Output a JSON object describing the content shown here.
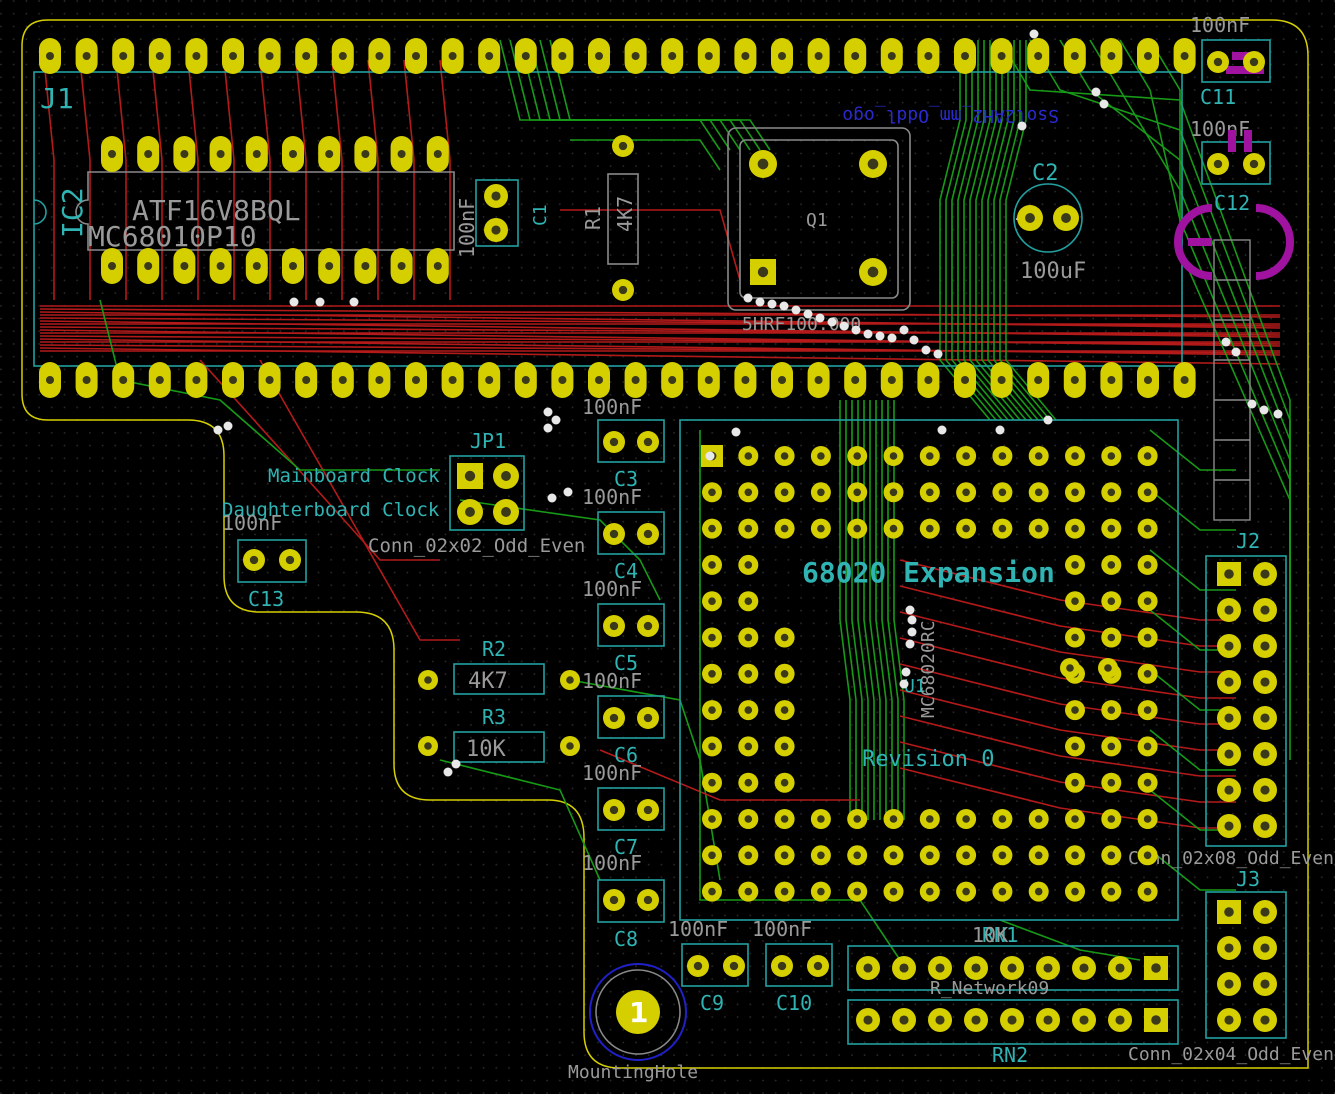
{
  "colors": {
    "background": "#000000",
    "grid_dot": "#2b2b2b",
    "edge_cuts": "#d6cf00",
    "front_copper": "#b41a1a",
    "back_copper": "#179a17",
    "silkscreen": "#2fb3b3",
    "pad": "#d6cf00",
    "courtyard": "#8a8a8a",
    "user_drawing": "#2020c8",
    "fab_magenta": "#a012a0"
  },
  "labels": {
    "j1": "J1",
    "ic2_ref": "IC2",
    "ic2_val1": "ATF16V8BQL",
    "ic2_val2": "MC68010P10",
    "c1_ref": "C1",
    "c1_val": "100nF",
    "r1_ref": "R1",
    "r1_val": "4K7",
    "q1_ref": "Q1",
    "q1_val": "5HRF100.000",
    "c2_ref": "C2",
    "c2_val": "100uF",
    "c11_val": "100nF",
    "c11_ref": "C11",
    "c12_val": "100nF",
    "c12_ref": "C12",
    "overflow_text": "Ssol2AH2_mm_Oddl_ogo",
    "jp1_ref": "JP1",
    "jp1_label1": "Mainboard Clock",
    "jp1_label2": "Daughterboard Clock",
    "jp1_value": "Conn_02x02_Odd_Even",
    "c13_val": "100nF",
    "c13_ref": "C13",
    "c3_val": "100nF",
    "c3_ref": "C3",
    "c4_val": "100nF",
    "c4_ref": "C4",
    "c5_val": "100nF",
    "c5_ref": "C5",
    "c6_val": "100nF",
    "c6_ref": "C6",
    "c7_val": "100nF",
    "c7_ref": "C7",
    "c8_val": "100nF",
    "c8_ref": "C8",
    "c9_val": "100nF",
    "c9_ref": "C9",
    "c10_val": "100nF",
    "c10_ref": "C10",
    "r2_ref": "R2",
    "r2_val": "4K7",
    "r3_ref": "R3",
    "r3_val": "10K",
    "title": "68020 Expansion",
    "revision": "Revision 0",
    "u1_ref": "U1",
    "u1_val": "MC68020RC",
    "j2_ref": "J2",
    "j2_val": "Conn_02x08_Odd_Even",
    "j3_ref": "J3",
    "j3_val": "Conn_02x04_Odd_Even",
    "rn1_ref": "RN1",
    "rn1_val": "10K",
    "rn1_label": "R_Network09",
    "rn2_ref": "RN2",
    "mounting_hole_num": "1",
    "mounting_hole_label": "MountingHole"
  }
}
